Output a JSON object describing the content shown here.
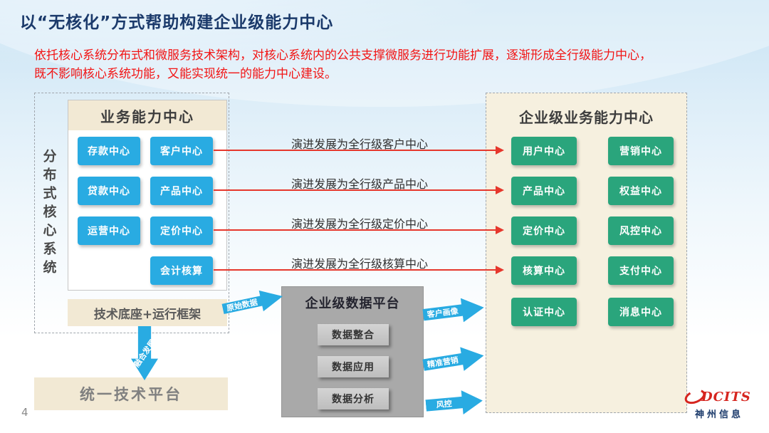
{
  "slide": {
    "title": "以“无核化”方式帮助构建企业级能力中心",
    "description_line1": "依托核心系统分布式和微服务技术架构，对核心系统内的公共支撑微服务进行功能扩展，逐渐形成全行级能力中心，",
    "description_line2": "既不影响核心系统功能，又能实现统一的能力中心建设。",
    "page_number": "4"
  },
  "left_panel": {
    "vertical_label": "分布式核心系统",
    "business_center": {
      "title": "业务能力中心",
      "col1": [
        "存款中心",
        "贷款中心",
        "运营中心"
      ],
      "col2": [
        "客户中心",
        "产品中心",
        "定价中心",
        "会计核算"
      ]
    },
    "tech_base_label": "技术底座+运行框架",
    "down_arrow_label": "融合发展",
    "unified_platform_label": "统一技术平台"
  },
  "evolution": {
    "labels": [
      "演进发展为全行级客户中心",
      "演进发展为全行级产品中心",
      "演进发展为全行级定价中心",
      "演进发展为全行级核算中心"
    ]
  },
  "data_platform": {
    "title": "企业级数据平台",
    "items": [
      "数据整合",
      "数据应用",
      "数据分析"
    ],
    "input_arrow_label": "原始数据",
    "output_arrow_labels": [
      "客户画像",
      "精准营销",
      "风控"
    ]
  },
  "right_panel": {
    "title": "企业级业务能力中心",
    "col1": [
      "用户中心",
      "产品中心",
      "定价中心",
      "核算中心",
      "认证中心"
    ],
    "col2": [
      "营销中心",
      "权益中心",
      "风控中心",
      "支付中心",
      "消息中心"
    ]
  },
  "footer": {
    "logo_text": "DCITS",
    "logo_subtext": "神州信息"
  },
  "colors": {
    "title_navy": "#1b3a6b",
    "description_red": "#f21414",
    "blue_button": "#29abe2",
    "green_button": "#2aa57c",
    "tan_box": "#f2e9d4",
    "gray_platform": "#a9a9a9",
    "arrow_red": "#e6372c"
  }
}
